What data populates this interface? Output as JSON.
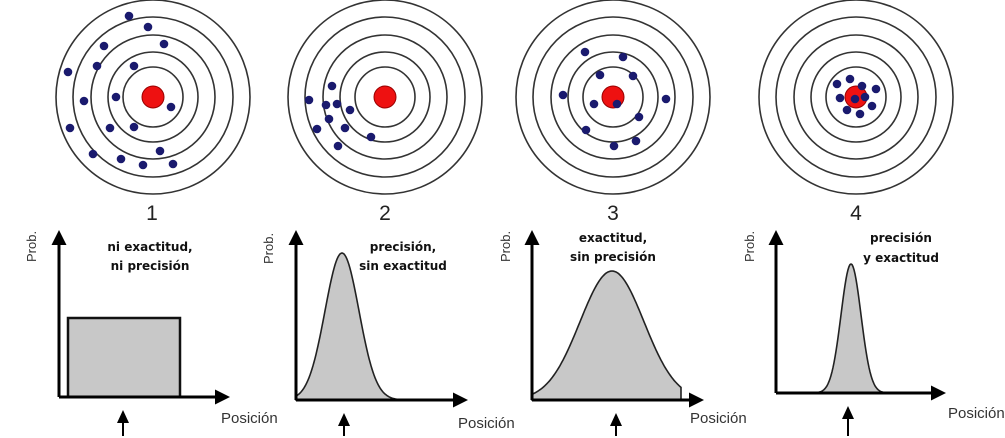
{
  "panels": [
    {
      "number": "1",
      "title_line1": "ni exactitud,",
      "title_line2": "ni precisión",
      "y_label": "Prob.",
      "x_label": "Posición"
    },
    {
      "number": "2",
      "title_line1": "precisión,",
      "title_line2": "sin exactitud",
      "y_label": "Prob.",
      "x_label": "Posición"
    },
    {
      "number": "3",
      "title_line1": "exactitud,",
      "title_line2": "sin precisión",
      "y_label": "Prob.",
      "x_label": "Posición"
    },
    {
      "number": "4",
      "title_line1": "precisión",
      "title_line2": "y exactitud",
      "y_label": "Prob.",
      "x_label": "Posición"
    }
  ],
  "colors": {
    "bullseye": "#ee1111",
    "shots": "#1a1a6e",
    "rings": "#333333",
    "fill": "#c8c8c8"
  }
}
